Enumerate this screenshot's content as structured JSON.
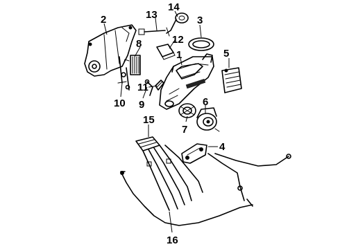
{
  "callouts": [
    {
      "id": "part-1",
      "label": "1"
    },
    {
      "id": "part-2",
      "label": "2"
    },
    {
      "id": "part-3",
      "label": "3"
    },
    {
      "id": "part-4",
      "label": "4"
    },
    {
      "id": "part-5",
      "label": "5"
    },
    {
      "id": "part-6",
      "label": "6"
    },
    {
      "id": "part-7",
      "label": "7"
    },
    {
      "id": "part-8",
      "label": "8"
    },
    {
      "id": "part-9",
      "label": "9"
    },
    {
      "id": "part-10",
      "label": "10"
    },
    {
      "id": "part-11",
      "label": "11"
    },
    {
      "id": "part-12",
      "label": "12"
    },
    {
      "id": "part-13",
      "label": "13"
    },
    {
      "id": "part-14",
      "label": "14"
    },
    {
      "id": "part-15",
      "label": "15"
    },
    {
      "id": "part-16",
      "label": "16"
    }
  ]
}
